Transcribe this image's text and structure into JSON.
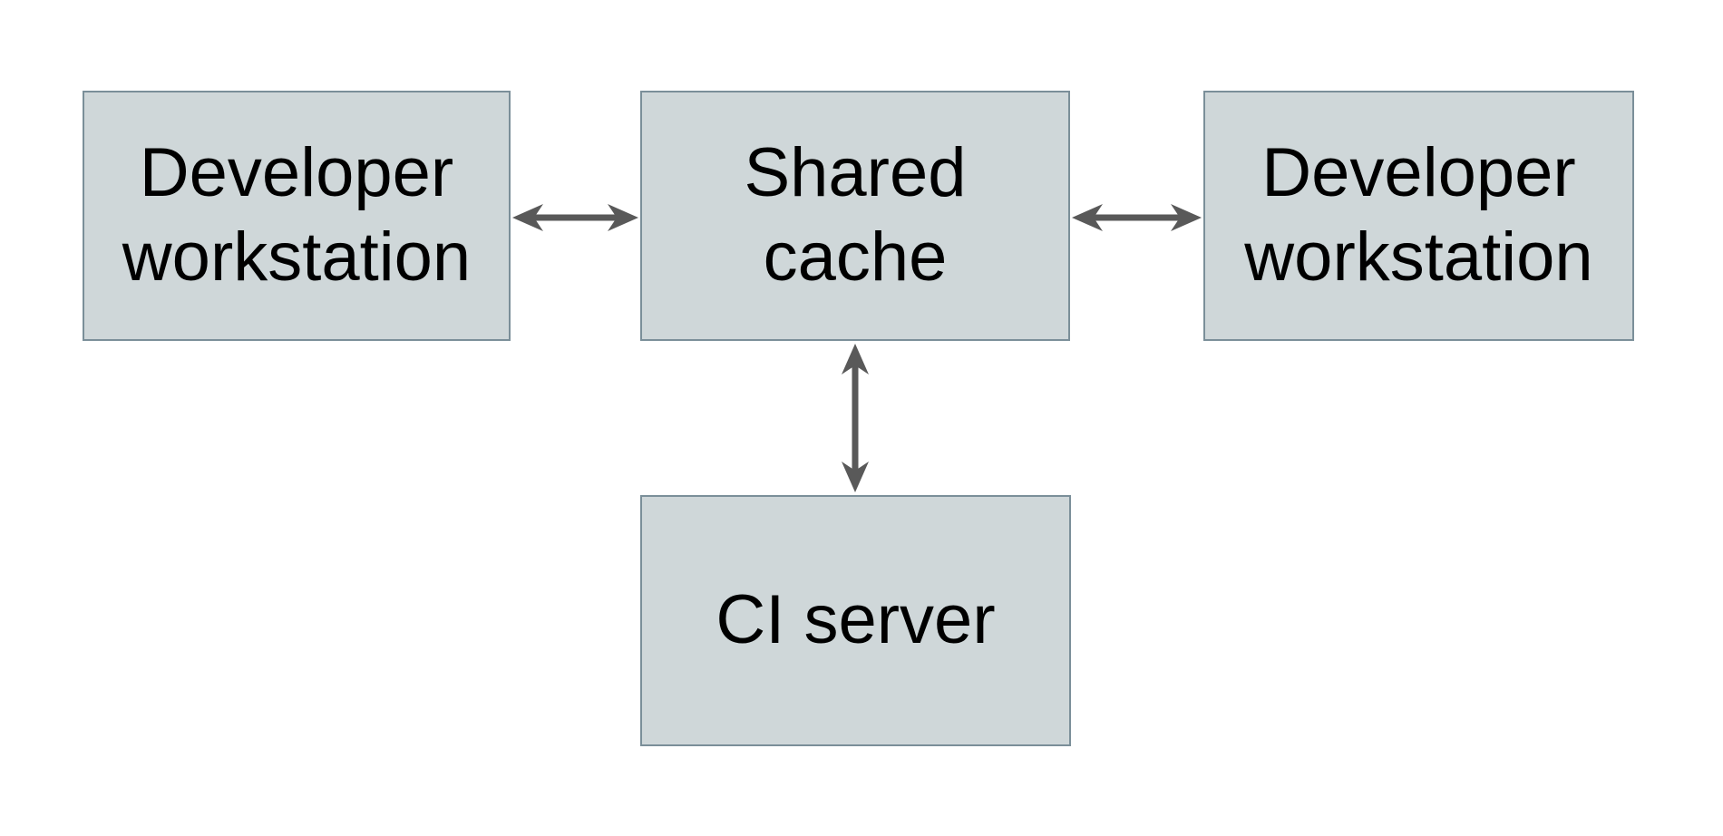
{
  "colors": {
    "background": "#ffffff",
    "box_fill": "#cfd7d9",
    "box_border": "#7b8f99",
    "arrow": "#595959",
    "text": "#000000"
  },
  "nodes": {
    "developer_workstation_left": {
      "lines": [
        "Developer",
        "workstation"
      ]
    },
    "shared_cache": {
      "lines": [
        "Shared",
        "cache"
      ]
    },
    "developer_workstation_right": {
      "lines": [
        "Developer",
        "workstation"
      ]
    },
    "ci_server": {
      "lines": [
        "CI server"
      ]
    }
  },
  "connections": [
    {
      "from": "developer_workstation_left",
      "to": "shared_cache",
      "style": "double-headed-arrow"
    },
    {
      "from": "shared_cache",
      "to": "developer_workstation_right",
      "style": "double-headed-arrow"
    },
    {
      "from": "shared_cache",
      "to": "ci_server",
      "style": "double-headed-arrow"
    }
  ]
}
